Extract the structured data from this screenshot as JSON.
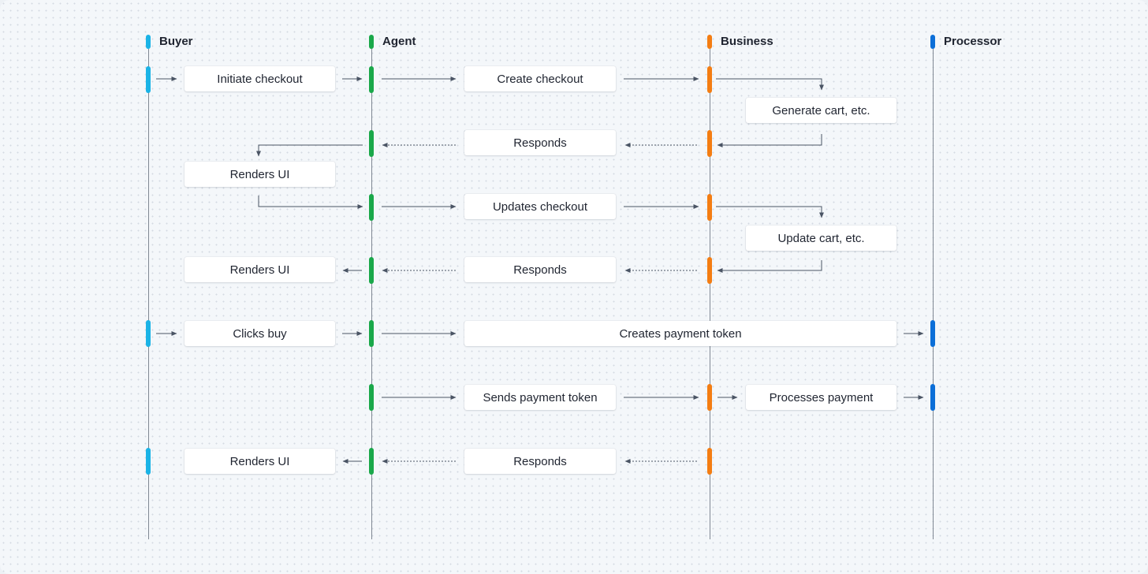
{
  "lanes": [
    {
      "key": "buyer",
      "label": "Buyer",
      "color": "#1ab3e6"
    },
    {
      "key": "agent",
      "label": "Agent",
      "color": "#1aa84a"
    },
    {
      "key": "business",
      "label": "Business",
      "color": "#f47d12"
    },
    {
      "key": "processor",
      "label": "Processor",
      "color": "#0c6fd8"
    }
  ],
  "steps": {
    "initiate_checkout": "Initiate checkout",
    "create_checkout": "Create checkout",
    "generate_cart": "Generate cart, etc.",
    "responds_1": "Responds",
    "renders_ui_1": "Renders UI",
    "updates_checkout": "Updates checkout",
    "update_cart": "Update cart, etc.",
    "renders_ui_2": "Renders UI",
    "responds_2": "Responds",
    "clicks_buy": "Clicks buy",
    "creates_payment_token": "Creates payment token",
    "sends_payment_token": "Sends payment token",
    "processes_payment": "Processes payment",
    "renders_ui_3": "Renders UI",
    "responds_3": "Responds"
  },
  "colors": {
    "line": "#4a5464",
    "lifeline": "#808893",
    "box_bg": "#ffffff",
    "text": "#1f2430"
  }
}
